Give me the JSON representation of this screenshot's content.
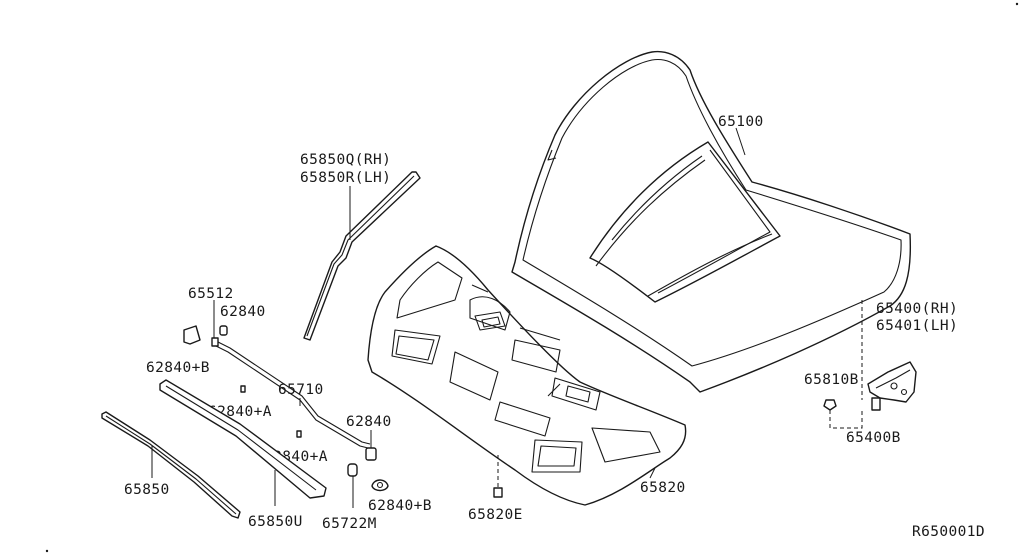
{
  "diagram": {
    "labels": {
      "hood": "65100",
      "hood_strip_rh": "65850Q(RH)",
      "hood_strip_lh": "65850R(LH)",
      "hinge_rh": "65400(RH)",
      "hinge_lh": "65401(LH)",
      "hinge_bolt": "65810B",
      "hinge_nut": "65400B",
      "insulator": "65820",
      "insulator_clip": "65820E",
      "rod_holder": "65512",
      "clip_top": "62840",
      "bumper_b_left": "62840+B",
      "stay_rod": "65710",
      "clip_a_1": "62840+A",
      "clip_a_2": "62840+A",
      "clip_right": "62840",
      "bumper_b_right": "62840+B",
      "seal_lower": "65850",
      "seal_upper": "65850U",
      "bumper_m": "65722M",
      "figure_code": "R650001D"
    }
  }
}
